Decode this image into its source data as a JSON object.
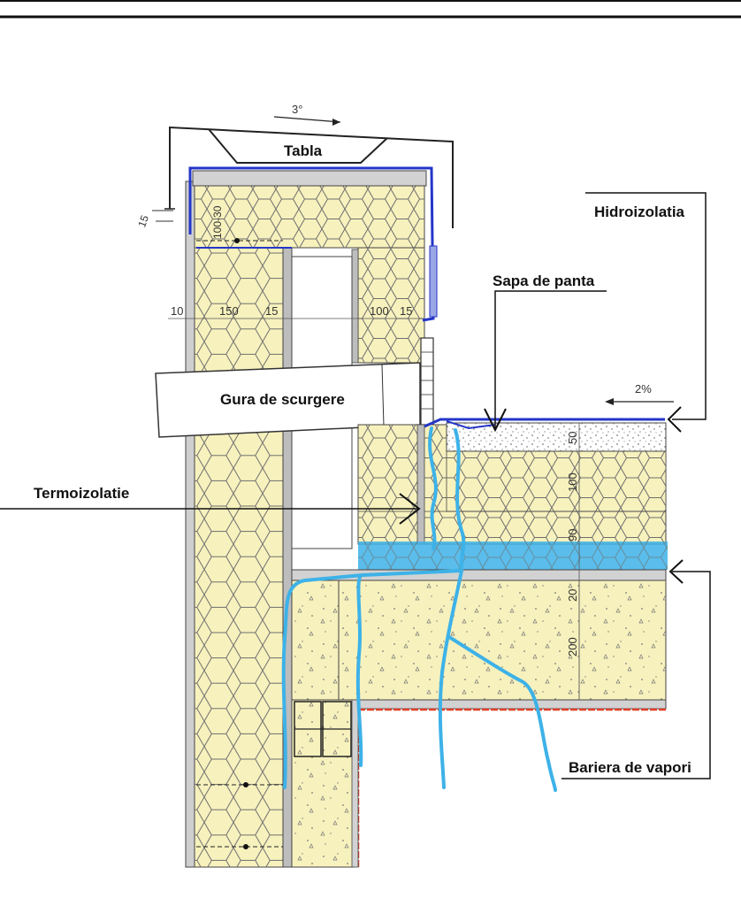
{
  "labels": {
    "tabla": "Tabla",
    "hidroizolatia": "Hidroizolatia",
    "sapa_de_panta": "Sapa de panta",
    "gura_de_scurgere": "Gura de scurgere",
    "termoizolatie": "Termoizolatie",
    "bariera_de_vapori": "Bariera de vapori"
  },
  "dimensions": {
    "angle": "3°",
    "slope": "2%",
    "d15_top": "15",
    "d100_30": "100-30",
    "d10": "10",
    "d150": "150",
    "d15_a": "15",
    "d100_wall": "100",
    "d15_b": "15",
    "d50": "50",
    "d100_ins": "100",
    "d90": "90",
    "d20": "20",
    "d200": "200"
  },
  "colors": {
    "insulation": "#f7f1bd",
    "concrete": "#f7f1bd",
    "membrane": "#2436c8",
    "water": "#3db2e8",
    "vapor_barrier": "#e0402a",
    "hex_line": "#6e6e6e",
    "line": "#111111"
  }
}
